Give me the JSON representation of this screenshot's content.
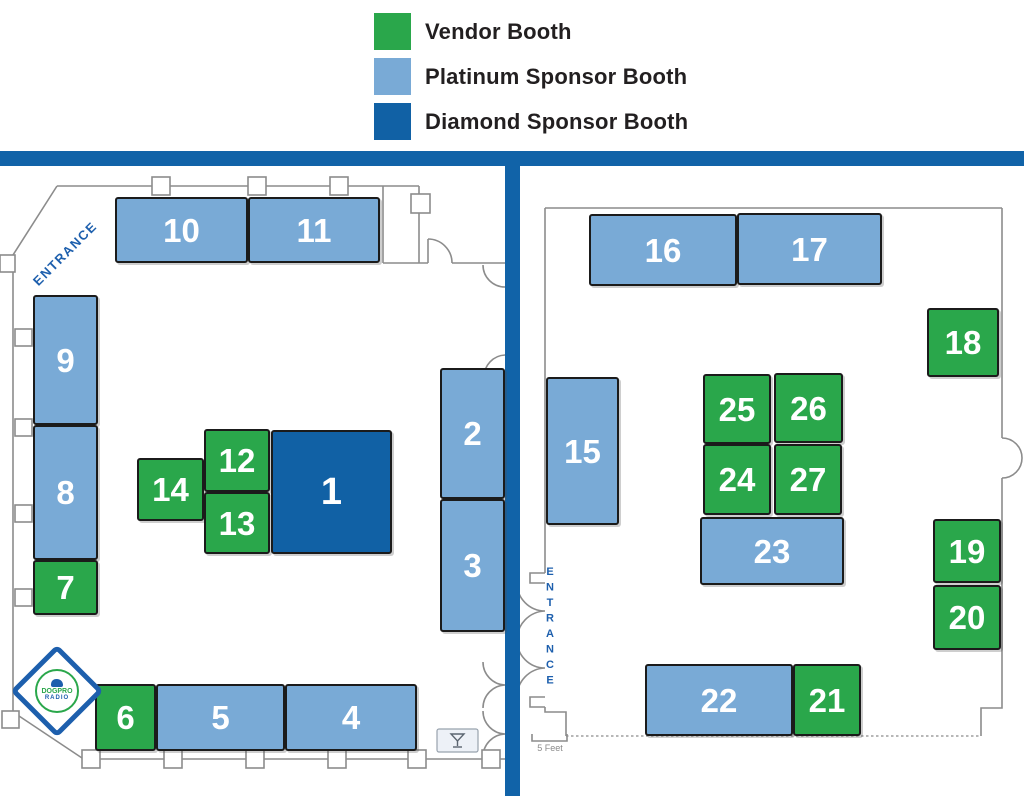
{
  "legend": {
    "items": [
      {
        "type": "vendor",
        "label": "Vendor Booth",
        "color": "#2aa74b"
      },
      {
        "type": "platinum",
        "label": "Platinum Sponsor Booth",
        "color": "#79aad6"
      },
      {
        "type": "diamond",
        "label": "Diamond Sponsor Booth",
        "color": "#1161a5"
      }
    ]
  },
  "labels": {
    "entrance_left": "ENTRANCE",
    "entrance_right": "ENTRANCE",
    "scale_note": "5 Feet"
  },
  "logo": {
    "top_text": "DOGPRO",
    "bottom_text": "RADIO"
  },
  "colors": {
    "divider_blue": "#1163a8",
    "wall_gray": "#8c8c8c",
    "entrance_text_blue": "#1d5fad",
    "legend_text": "#221f20",
    "booth_number_text": "#ffffff"
  },
  "booths": {
    "1": {
      "label": "1",
      "type": "diamond"
    },
    "2": {
      "label": "2",
      "type": "platinum"
    },
    "3": {
      "label": "3",
      "type": "platinum"
    },
    "4": {
      "label": "4",
      "type": "platinum"
    },
    "5": {
      "label": "5",
      "type": "platinum"
    },
    "6": {
      "label": "6",
      "type": "vendor"
    },
    "7": {
      "label": "7",
      "type": "vendor"
    },
    "8": {
      "label": "8",
      "type": "platinum"
    },
    "9": {
      "label": "9",
      "type": "platinum"
    },
    "10": {
      "label": "10",
      "type": "platinum"
    },
    "11": {
      "label": "11",
      "type": "platinum"
    },
    "12": {
      "label": "12",
      "type": "vendor"
    },
    "13": {
      "label": "13",
      "type": "vendor"
    },
    "14": {
      "label": "14",
      "type": "vendor"
    },
    "15": {
      "label": "15",
      "type": "platinum"
    },
    "16": {
      "label": "16",
      "type": "platinum"
    },
    "17": {
      "label": "17",
      "type": "platinum"
    },
    "18": {
      "label": "18",
      "type": "vendor"
    },
    "19": {
      "label": "19",
      "type": "vendor"
    },
    "20": {
      "label": "20",
      "type": "vendor"
    },
    "21": {
      "label": "21",
      "type": "vendor"
    },
    "22": {
      "label": "22",
      "type": "platinum"
    },
    "23": {
      "label": "23",
      "type": "platinum"
    },
    "24": {
      "label": "24",
      "type": "vendor"
    },
    "25": {
      "label": "25",
      "type": "vendor"
    },
    "26": {
      "label": "26",
      "type": "vendor"
    },
    "27": {
      "label": "27",
      "type": "vendor"
    }
  }
}
